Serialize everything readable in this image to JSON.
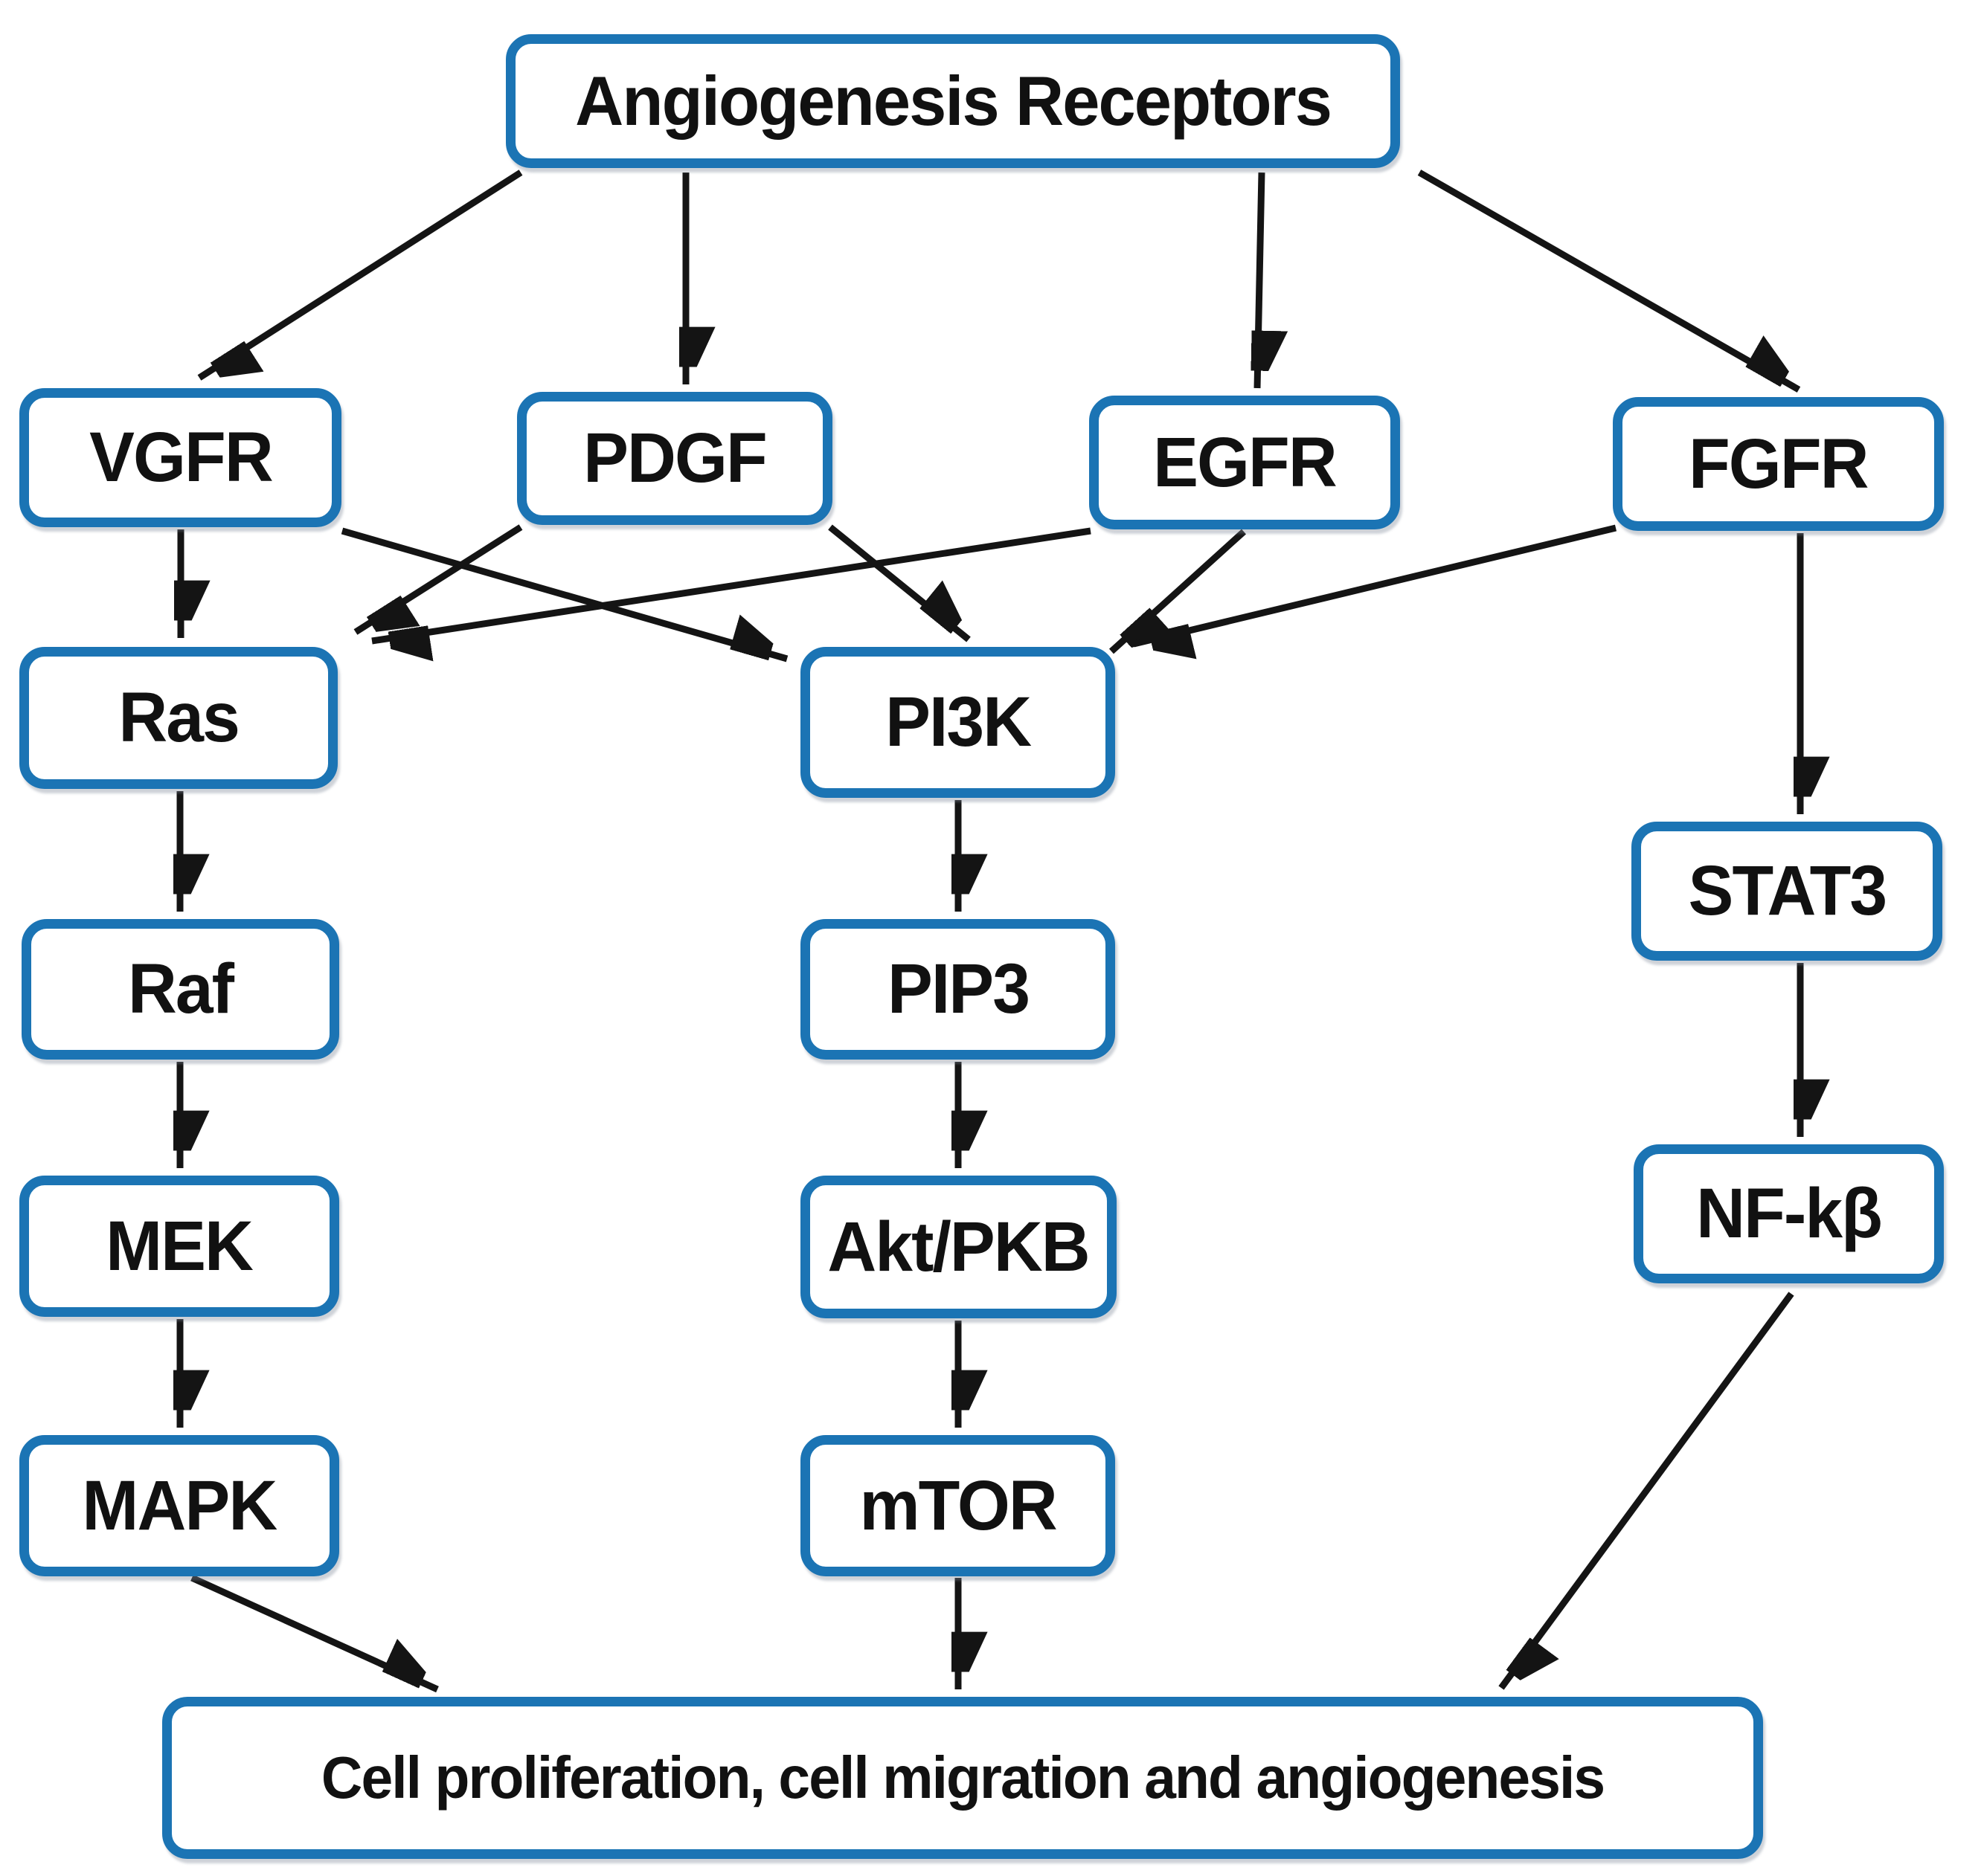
{
  "figure": {
    "type": "signaling-pathway-flowchart",
    "description": "Angiogenesis receptor signaling cascade diagram"
  },
  "colors": {
    "background": "#ffffff",
    "box_border": "#1b74b4",
    "box_fill": "#ffffff",
    "text": "#111111",
    "arrow": "#141414"
  },
  "nodes": {
    "angiogenesis_receptors": {
      "label": "Angiogenesis Receptors"
    },
    "vgfr": {
      "label": "VGFR"
    },
    "pdgf": {
      "label": "PDGF"
    },
    "egfr": {
      "label": "EGFR"
    },
    "fgfr": {
      "label": "FGFR"
    },
    "ras": {
      "label": "Ras"
    },
    "pi3k": {
      "label": "PI3K"
    },
    "raf": {
      "label": "Raf"
    },
    "pip3": {
      "label": "PIP3"
    },
    "stat3": {
      "label": "STAT3"
    },
    "mek": {
      "label": "MEK"
    },
    "akt": {
      "label": "Akt/PKB"
    },
    "nfkb": {
      "label": "NF-kβ"
    },
    "mapk": {
      "label": "MAPK"
    },
    "mtor": {
      "label": "mTOR"
    },
    "outcome": {
      "label": "Cell proliferation, cell migration and angiogenesis"
    }
  },
  "edges": [
    {
      "from": "angiogenesis_receptors",
      "to": "vgfr"
    },
    {
      "from": "angiogenesis_receptors",
      "to": "pdgf"
    },
    {
      "from": "angiogenesis_receptors",
      "to": "egfr"
    },
    {
      "from": "angiogenesis_receptors",
      "to": "fgfr"
    },
    {
      "from": "vgfr",
      "to": "ras"
    },
    {
      "from": "vgfr",
      "to": "pi3k"
    },
    {
      "from": "pdgf",
      "to": "ras"
    },
    {
      "from": "pdgf",
      "to": "pi3k"
    },
    {
      "from": "egfr",
      "to": "ras"
    },
    {
      "from": "egfr",
      "to": "pi3k"
    },
    {
      "from": "fgfr",
      "to": "pi3k"
    },
    {
      "from": "fgfr",
      "to": "stat3"
    },
    {
      "from": "ras",
      "to": "raf"
    },
    {
      "from": "raf",
      "to": "mek"
    },
    {
      "from": "mek",
      "to": "mapk"
    },
    {
      "from": "mapk",
      "to": "outcome"
    },
    {
      "from": "pi3k",
      "to": "pip3"
    },
    {
      "from": "pip3",
      "to": "akt"
    },
    {
      "from": "akt",
      "to": "mtor"
    },
    {
      "from": "mtor",
      "to": "outcome"
    },
    {
      "from": "stat3",
      "to": "nfkb"
    },
    {
      "from": "nfkb",
      "to": "outcome"
    }
  ]
}
